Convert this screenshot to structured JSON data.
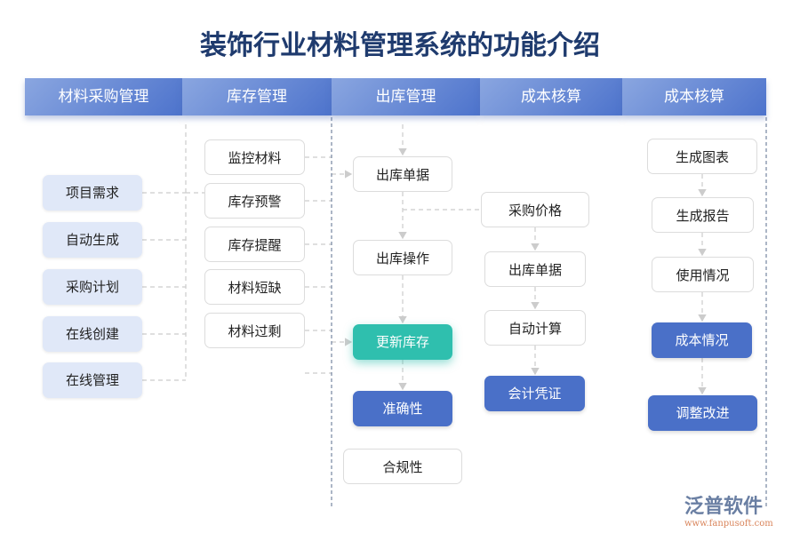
{
  "title": "装饰行业材料管理系统的功能介绍",
  "headers": [
    "材料采购管理",
    "库存管理",
    "出库管理",
    "成本核算",
    "成本核算"
  ],
  "col1": [
    "项目需求",
    "自动生成",
    "采购计划",
    "在线创建",
    "在线管理"
  ],
  "col2": [
    "监控材料",
    "库存预警",
    "库存提醒",
    "材料短缺",
    "材料过剩"
  ],
  "col3": [
    "出库单据",
    "出库操作",
    "更新库存",
    "准确性",
    "合规性"
  ],
  "col4": [
    "采购价格",
    "出库单据",
    "自动计算",
    "会计凭证"
  ],
  "col5": [
    "生成图表",
    "生成报告",
    "使用情况",
    "成本情况",
    "调整改进"
  ],
  "logo": {
    "name": "泛普软件",
    "url": "www.fanpusoft.com"
  },
  "colors": {
    "header": "#4d73cc",
    "blue": "#4a70c8",
    "teal": "#2fbfae",
    "light": "#e0e8f8"
  }
}
